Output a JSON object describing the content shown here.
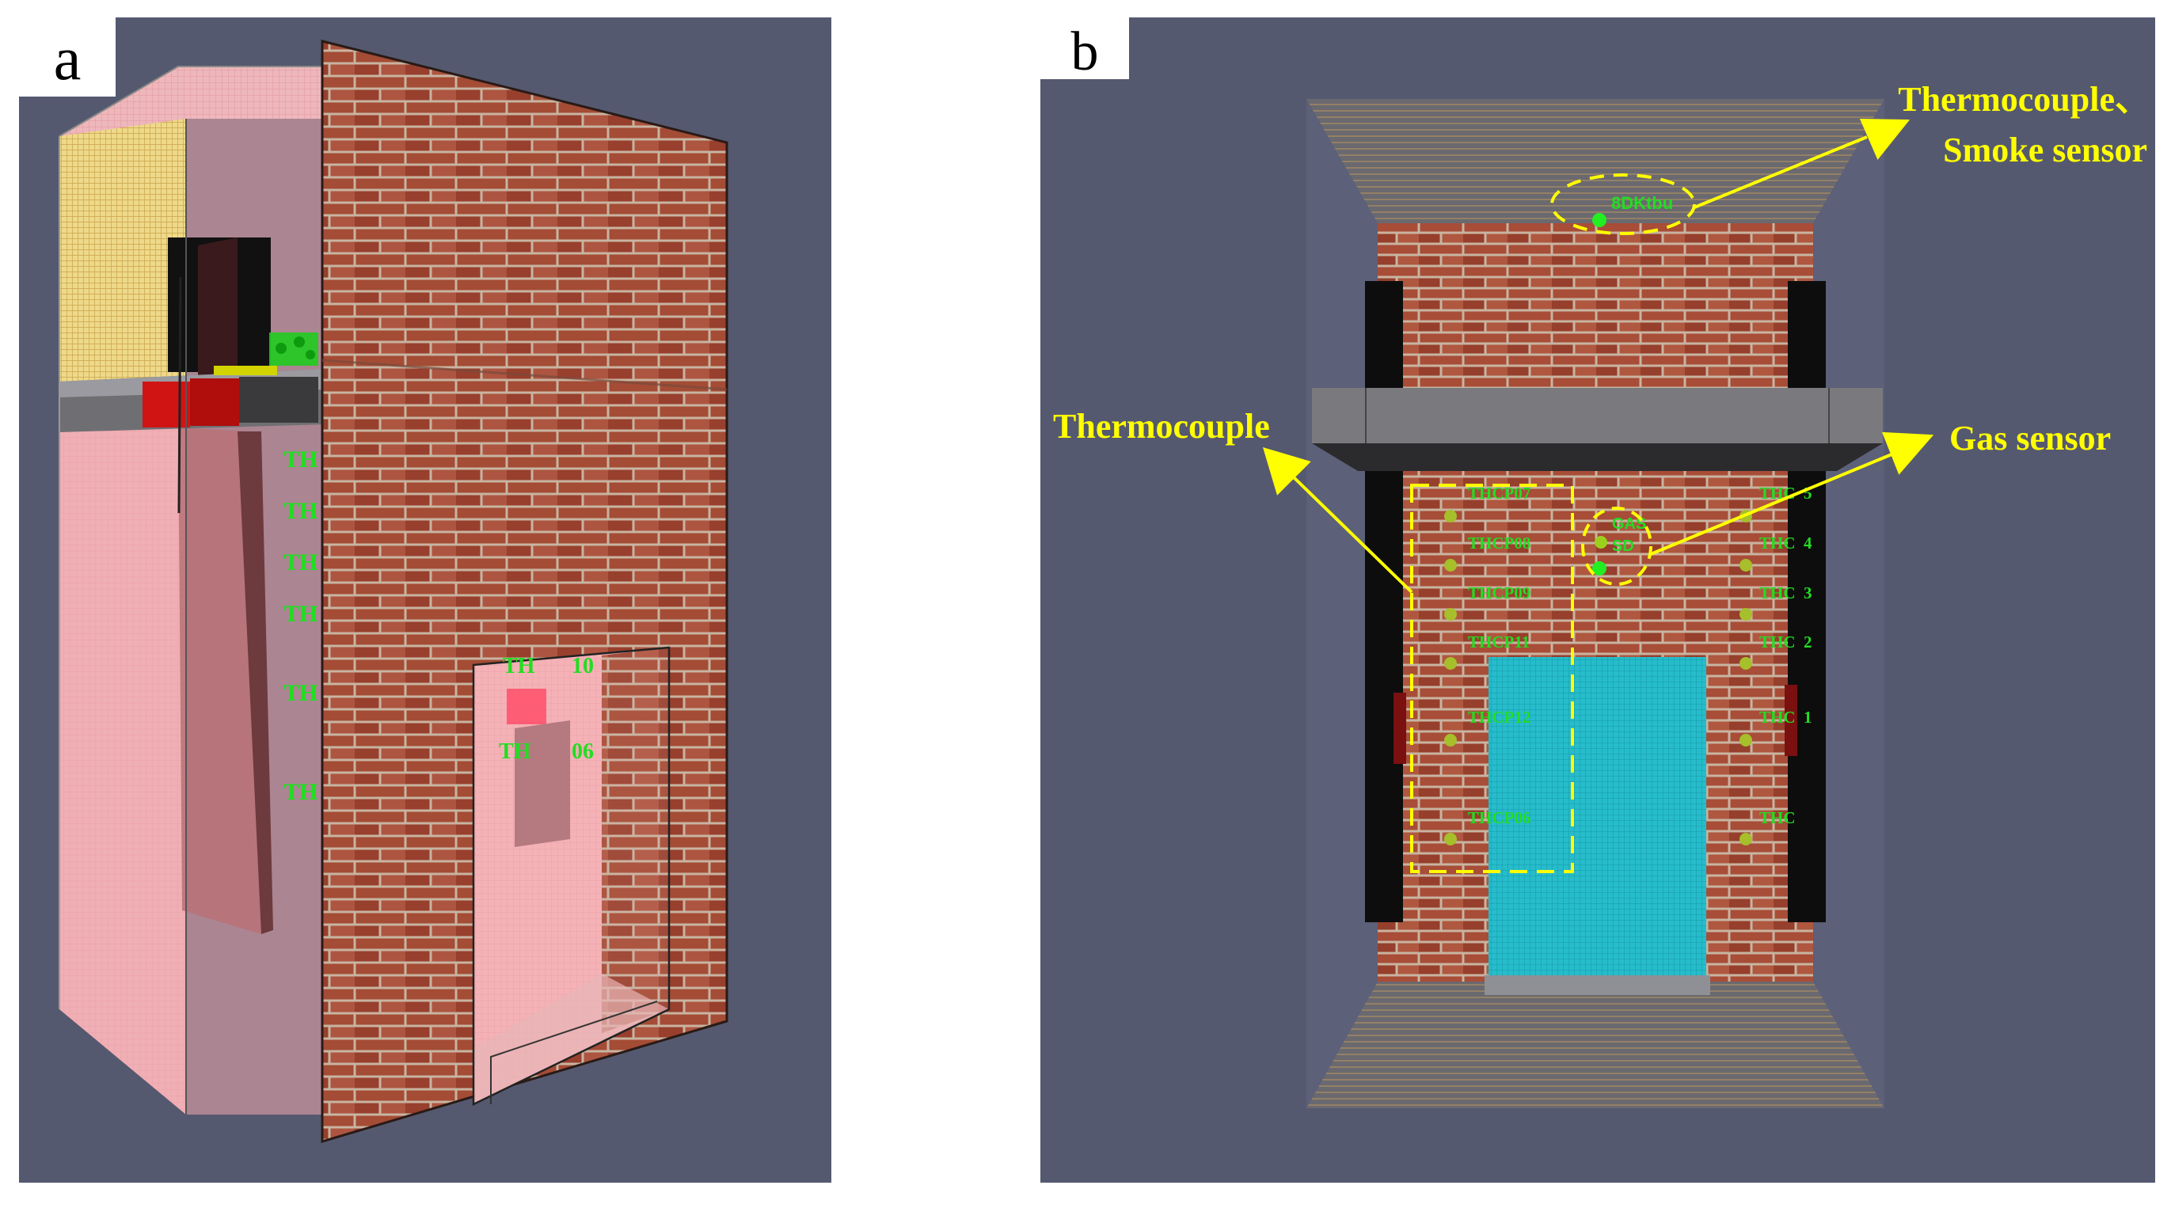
{
  "panel_a": {
    "letter": "a",
    "th_labels": [
      "TH",
      "TH",
      "TH",
      "TH",
      "TH",
      "TH"
    ],
    "door_labels": [
      "TH",
      "10",
      "TH",
      "06"
    ]
  },
  "panel_b": {
    "letter": "b",
    "annotations": {
      "thermocouple_smoke_line1": "Thermocouple、",
      "thermocouple_smoke_line2": "Smoke sensor",
      "thermocouple": "Thermocouple",
      "gas_sensor": "Gas sensor"
    },
    "top_sensor_label": "8DKtbu",
    "gas_labels": [
      "GAS",
      "SD"
    ],
    "left_thcp": [
      "THCP07",
      "THCP08",
      "THCP09",
      "THCP11",
      "THCP12",
      "THCP06"
    ],
    "right_thcp": [
      "THC  5",
      "THC  4",
      "THC  3",
      "THC  2",
      "THC  1",
      "THC"
    ]
  },
  "colors": {
    "background_slate": "#55596f",
    "brick": "#a24a34",
    "mortar": "#cdb7a3",
    "pink_volume": "#f3b1b6",
    "teal_door": "#1fb7c7",
    "label_green": "#22dd22",
    "annotation_yellow": "#ffff00",
    "slab_grey": "#777777"
  }
}
